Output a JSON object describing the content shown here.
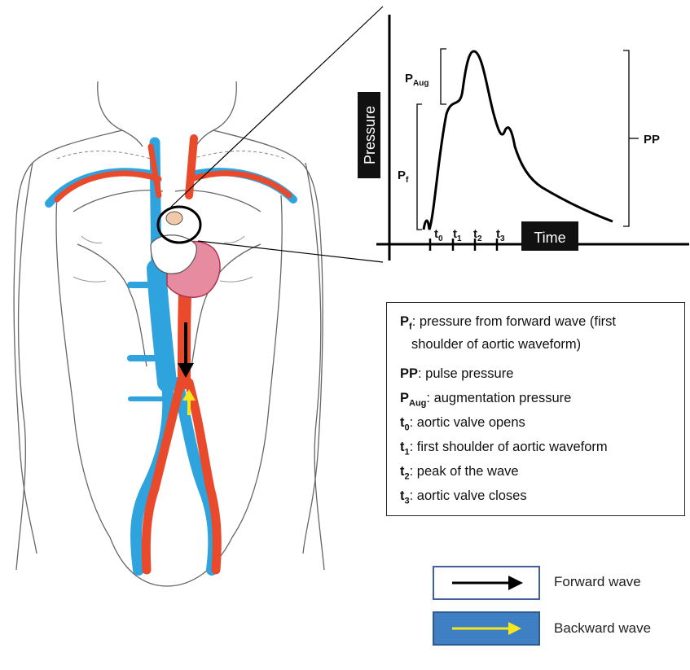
{
  "chart": {
    "y_axis_label": "Pressure",
    "x_axis_label": "Time",
    "ticks": [
      {
        "base": "t",
        "sub": "0"
      },
      {
        "base": "t",
        "sub": "1"
      },
      {
        "base": "t",
        "sub": "2"
      },
      {
        "base": "t",
        "sub": "3"
      }
    ],
    "brackets": {
      "p_aug": {
        "base": "P",
        "sub": "Aug"
      },
      "p_f": {
        "base": "P",
        "sub": "f"
      },
      "pp": "PP"
    }
  },
  "definitions": [
    {
      "base": "P",
      "sub": "f",
      "text": ": pressure from forward wave (first",
      "cont": "shoulder of aortic waveform)"
    },
    {
      "base": "PP",
      "sub": "",
      "text": ": pulse pressure"
    },
    {
      "base": "P",
      "sub": "Aug",
      "text": ": augmentation pressure"
    },
    {
      "base": "t",
      "sub": "0",
      "text": ": aortic valve opens"
    },
    {
      "base": "t",
      "sub": "1",
      "text": ": first shoulder of aortic waveform"
    },
    {
      "base": "t",
      "sub": "2",
      "text": ": peak of the wave"
    },
    {
      "base": "t",
      "sub": "3",
      "text": ": aortic valve closes"
    }
  ],
  "key": {
    "forward": "Forward wave",
    "backward": "Backward wave"
  },
  "colors": {
    "artery": "#e84a2b",
    "vein": "#2ea3dd",
    "heart": "#e78ba1",
    "forward_arrow": "#000000",
    "backward_arrow": "#f6e71a",
    "key_fill": "#3f7fc4"
  }
}
